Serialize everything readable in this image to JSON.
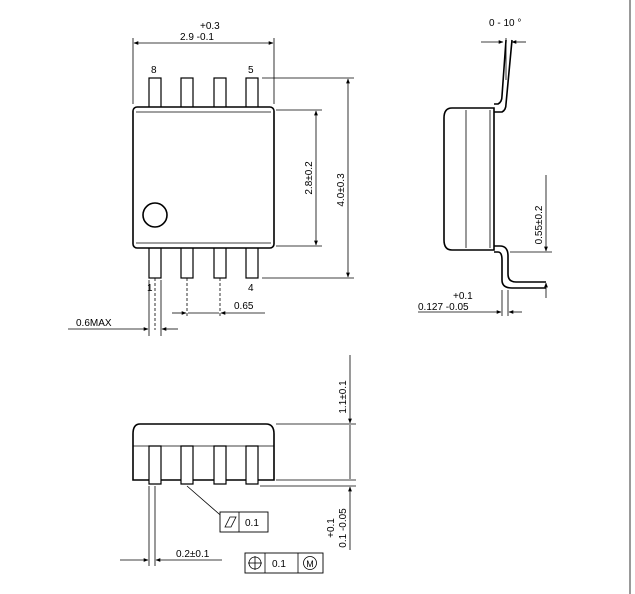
{
  "top_view": {
    "width_tol_plus": "+0.3",
    "width_nominal": "2.9 -0.1",
    "pin_8": "8",
    "pin_5": "5",
    "pin_1": "1",
    "pin_4": "4",
    "body_length": "2.8±0.2",
    "overall_length": "4.0±0.3",
    "pitch": "0.65",
    "lead_max": "0.6MAX"
  },
  "side_view": {
    "angle": "0 - 10 °",
    "standoff": "0.55±0.2",
    "thickness_tol_plus": "+0.1",
    "thickness_nominal": "0.127 -0.05"
  },
  "front_view": {
    "height": "1.1±0.1",
    "clearance_tol_plus": "+0.1",
    "clearance_nominal": "0.1 -0.05",
    "flatness": "0.1",
    "lead_width": "0.2±0.1",
    "position_tol": "0.1",
    "mmc": "M"
  }
}
